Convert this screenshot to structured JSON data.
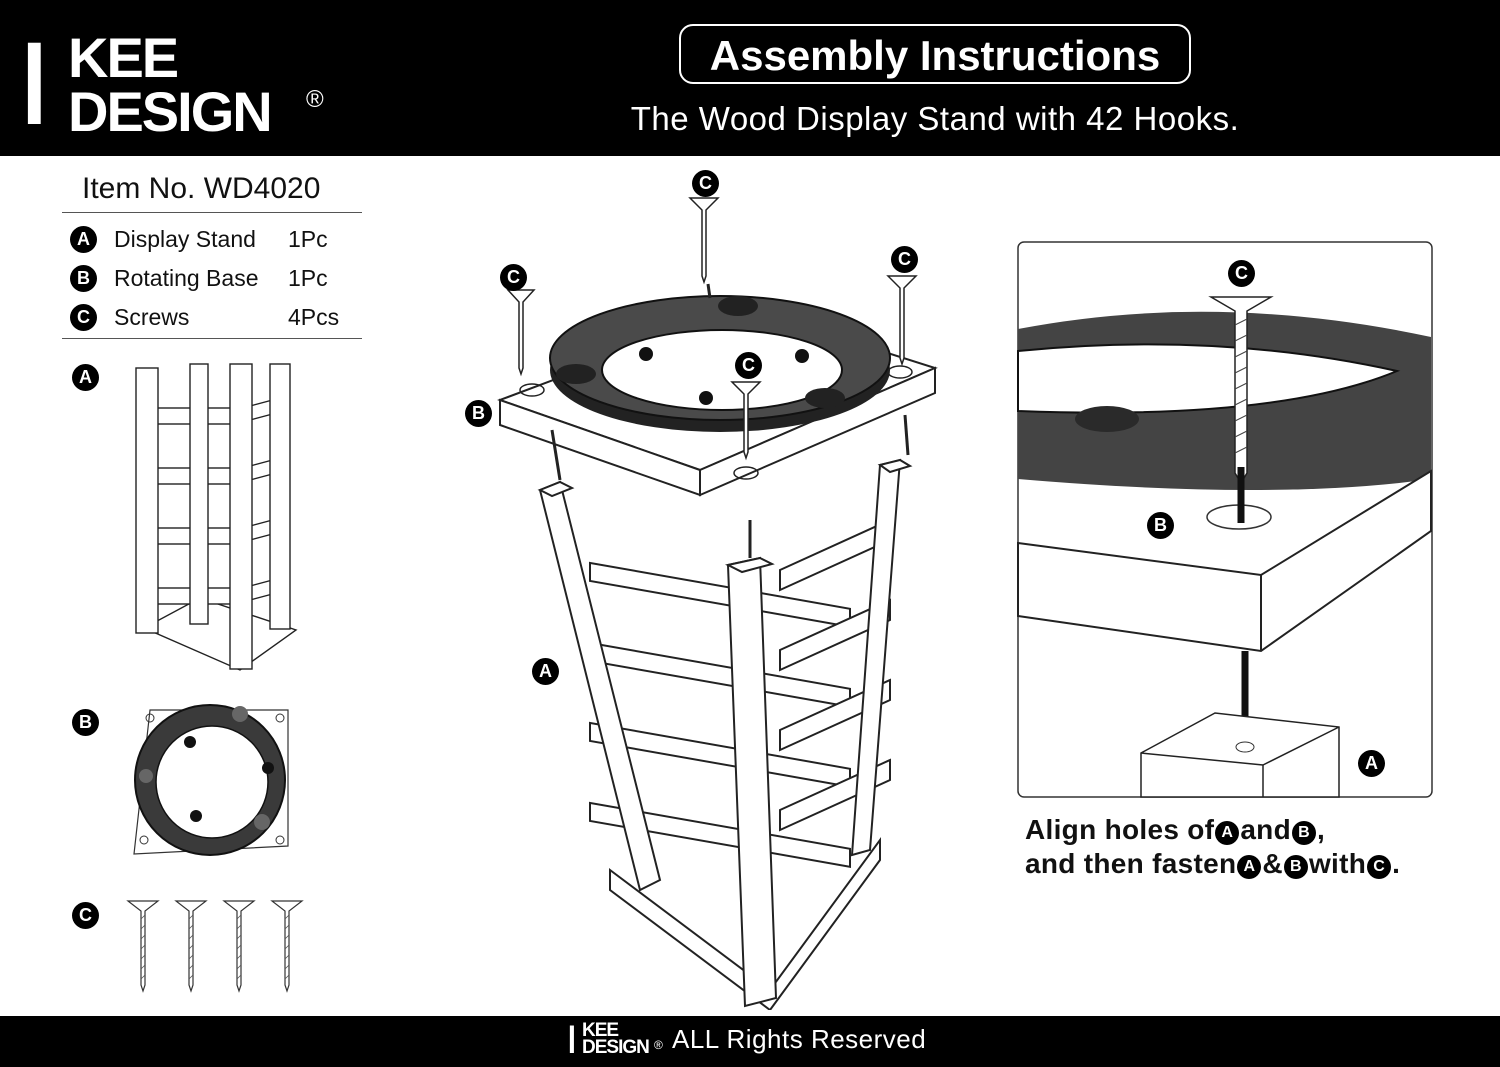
{
  "brand": {
    "logo_initial": "I",
    "logo_line1": "KEE",
    "logo_line2": "DESIGN",
    "registered": "®"
  },
  "header": {
    "title": "Assembly Instructions",
    "subtitle": "The Wood Display Stand with 42 Hooks."
  },
  "item": {
    "number": "Item No. WD4020"
  },
  "parts": [
    {
      "letter": "A",
      "name": "Display Stand",
      "qty": "1Pc"
    },
    {
      "letter": "B",
      "name": "Rotating Base",
      "qty": "1Pc"
    },
    {
      "letter": "C",
      "name": "Screws",
      "qty": "4Pcs"
    }
  ],
  "labels": {
    "a": "A",
    "b": "B",
    "c": "C"
  },
  "caption": {
    "line1_pre": "Align holes of",
    "line1_and": "and",
    "line1_end": ",",
    "line2_pre": "and then fasten",
    "line2_amp": "&",
    "line2_with": "with",
    "line2_end": "."
  },
  "footer": {
    "rights": "ALL Rights Reserved"
  },
  "colors": {
    "header_bg": "#000000",
    "ring": "#3a3a3a",
    "paper": "#ffffff"
  }
}
